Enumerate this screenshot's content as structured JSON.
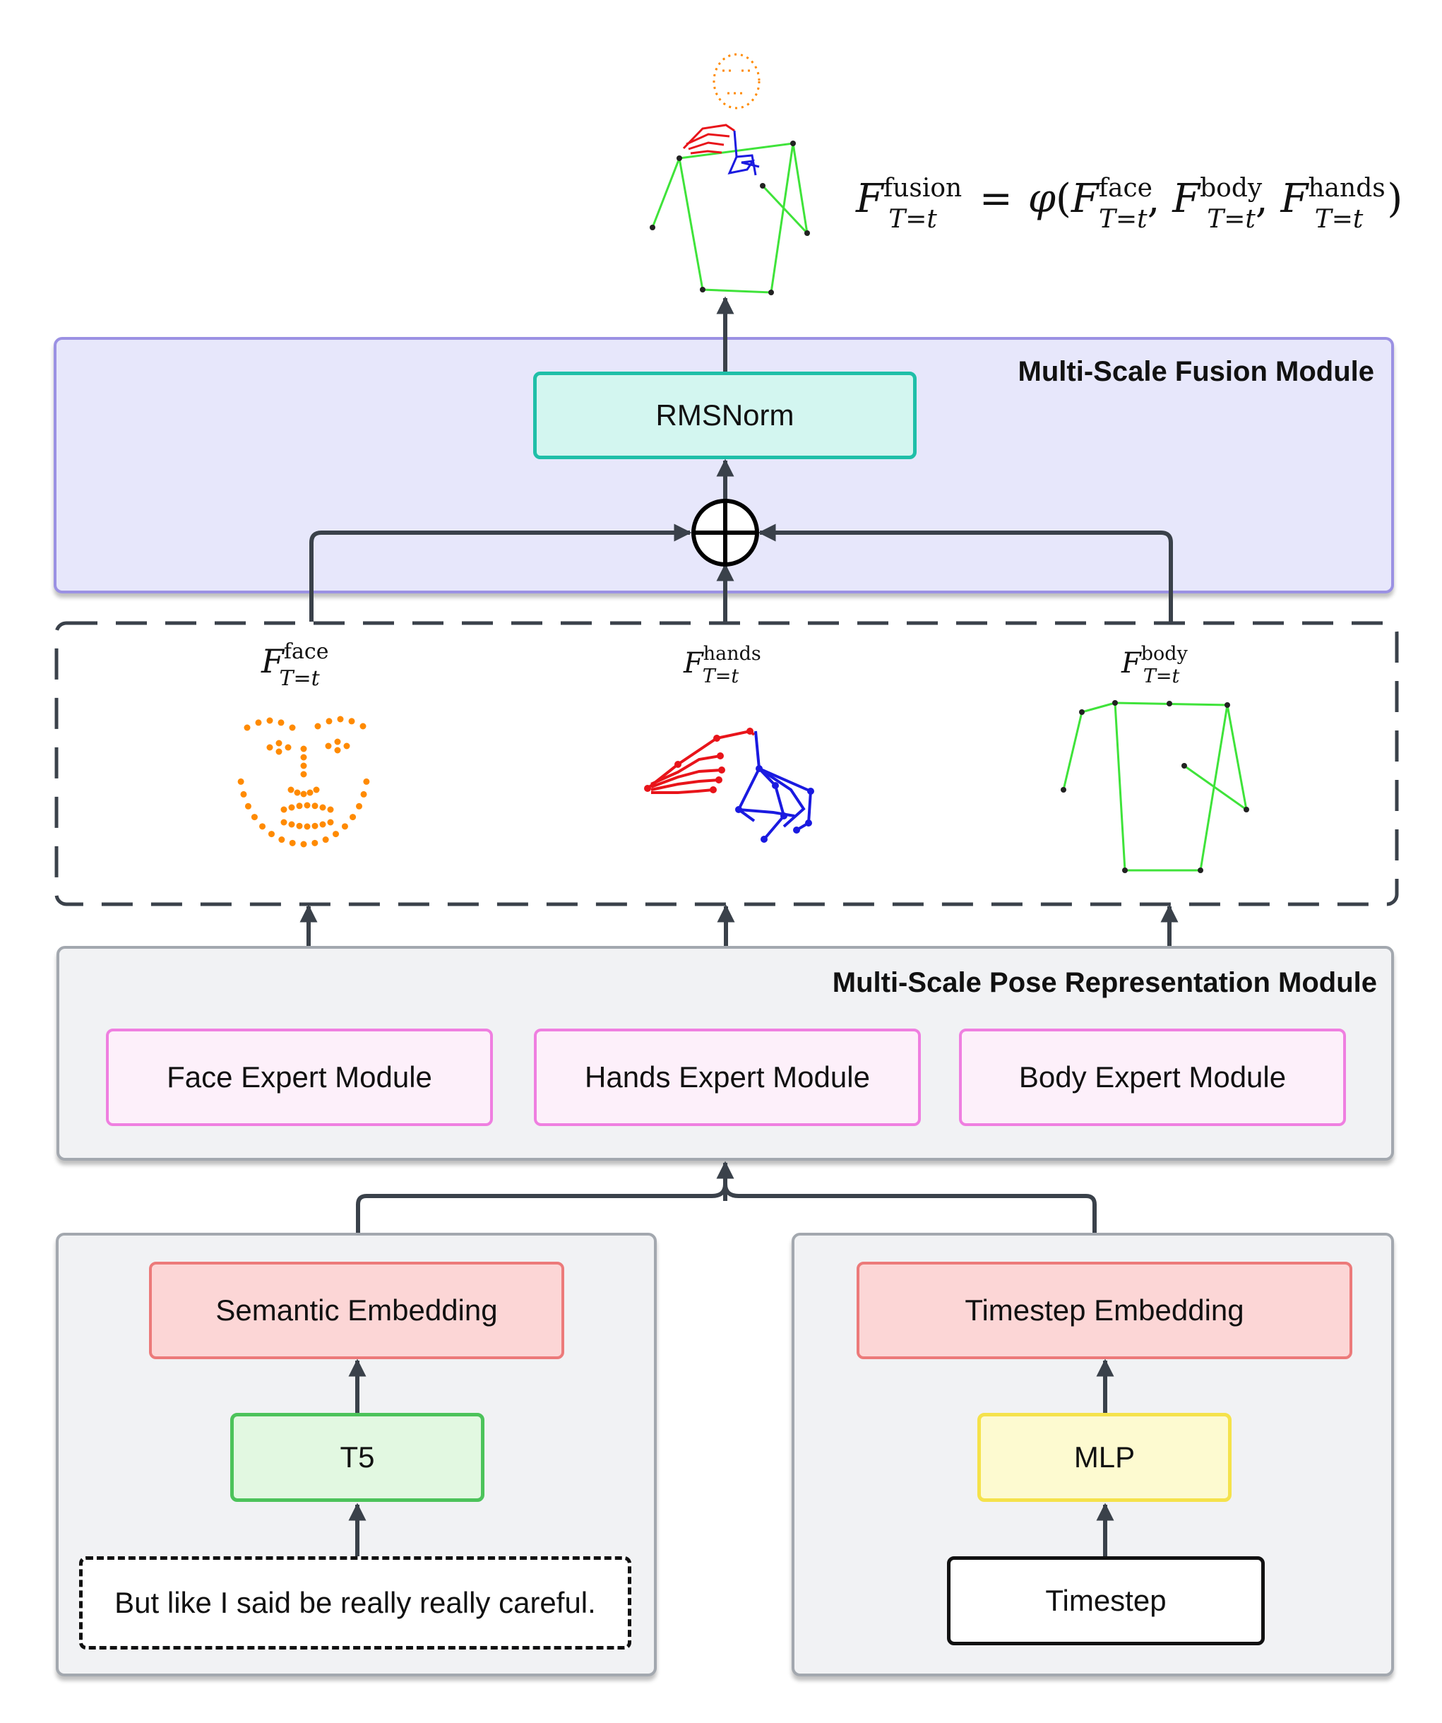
{
  "fusion_module": {
    "title": "Multi-Scale Fusion Module",
    "rmsnorm_label": "RMSNorm"
  },
  "formula": {
    "lhs_base": "F",
    "lhs_sup": "fusion",
    "lhs_sub": "T=t",
    "equals": "=",
    "phi": "φ",
    "terms": [
      {
        "base": "F",
        "sup": "face",
        "sub": "T=t"
      },
      {
        "base": "F",
        "sup": "body",
        "sub": "T=t"
      },
      {
        "base": "F",
        "sup": "hands",
        "sub": "T=t"
      }
    ]
  },
  "features": {
    "face": {
      "base": "F",
      "sup": "face",
      "sub": "T=t"
    },
    "hands": {
      "base": "F",
      "sup": "hands",
      "sub": "T=t"
    },
    "body": {
      "base": "F",
      "sup": "body",
      "sub": "T=t"
    }
  },
  "pose_module": {
    "title": "Multi-Scale Pose Representation Module",
    "experts": [
      "Face Expert Module",
      "Hands Expert Module",
      "Body Expert Module"
    ]
  },
  "text_branch": {
    "embedding_label": "Semantic Embedding",
    "encoder_label": "T5",
    "input_text": "But like I said be really really careful."
  },
  "time_branch": {
    "embedding_label": "Timestep Embedding",
    "encoder_label": "MLP",
    "input_label": "Timestep"
  },
  "colors": {
    "face_points": "#ff8a00",
    "hand_red": "#e8141a",
    "hand_blue": "#1a1ae0",
    "body_lines": "#3fe33a",
    "arrow": "#3a414a"
  }
}
